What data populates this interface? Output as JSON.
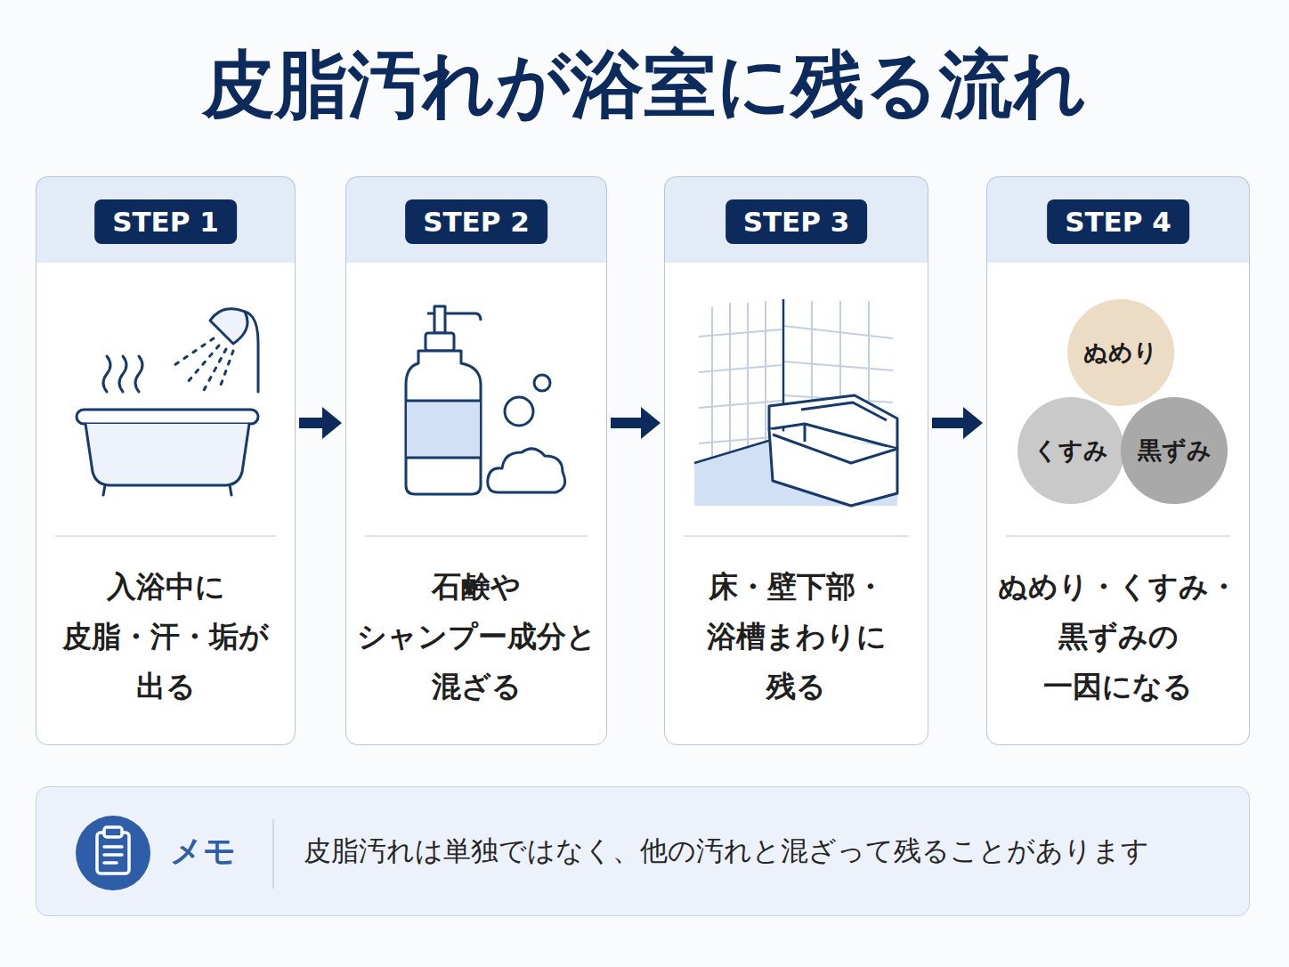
{
  "diagram": {
    "title": "皮脂汚れが浴室に残る流れ",
    "nodes": [
      {
        "text": [
          "STEP 1",
          "入浴中に 皮脂・汗・垢が 出る"
        ]
      },
      {
        "text": [
          "STEP 2",
          "石鹸や シャンプー成分と 混ざる"
        ]
      },
      {
        "text": [
          "STEP 3",
          "床・壁下部・ 浴槽まわりに 残る"
        ]
      },
      {
        "text": [
          "STEP 4",
          "ぬめり・くすみ・ 黒ずみの 一因になる"
        ]
      },
      {
        "text": [
          "ぬめり"
        ],
        "in": 3
      },
      {
        "text": [
          "くすみ"
        ],
        "in": 3
      },
      {
        "text": [
          "黒ずみ"
        ],
        "in": 3
      },
      {
        "text": [
          "メモ",
          "皮脂汚れは単独ではなく、他の汚れと混ざって残ることがあります"
        ]
      }
    ],
    "edges": [
      {
        "from": 0,
        "to": 1,
        "arrow": "to"
      },
      {
        "from": 1,
        "to": 2,
        "arrow": "to"
      },
      {
        "from": 2,
        "to": 3,
        "arrow": "to"
      }
    ]
  }
}
